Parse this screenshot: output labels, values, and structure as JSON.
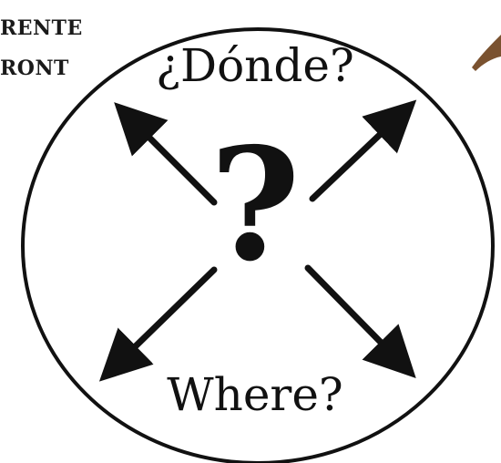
{
  "labels": {
    "top_left_line1": "RENTE",
    "top_left_line2": "RONT",
    "top": "¿Dónde?",
    "center": "?",
    "bottom": "Where?"
  },
  "colors": {
    "stroke": "#111111",
    "accent_shape": "#7a5230"
  },
  "icons": {
    "arrows": "four-diagonal-outward-arrows",
    "corner_shape": "brown-arrow-fragment"
  }
}
